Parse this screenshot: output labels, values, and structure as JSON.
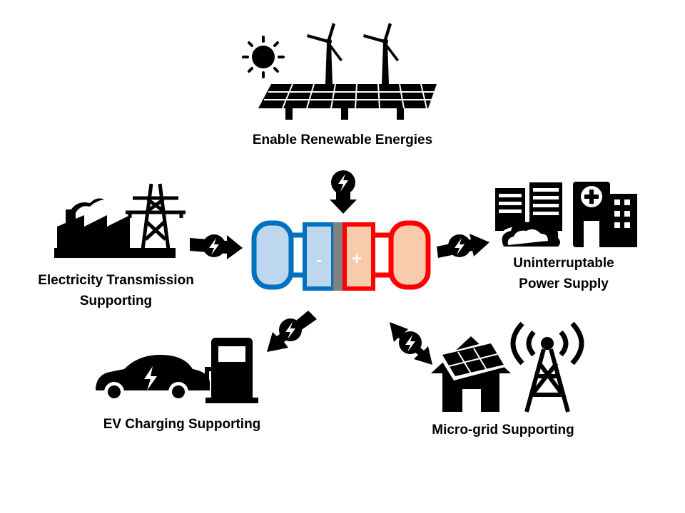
{
  "labels": {
    "renewable": "Enable Renewable Energies",
    "transmission_line1": "Electricity Transmission",
    "transmission_line2": "Supporting",
    "ups_line1": "Uninterruptable",
    "ups_line2": "Power Supply",
    "ev": "EV Charging Supporting",
    "microgrid": "Micro-grid Supporting"
  },
  "battery": {
    "negative_sign": "-",
    "positive_sign": "+"
  },
  "colors": {
    "negative_border": "#0070c0",
    "negative_fill": "#bdd7ee",
    "positive_border": "#ff0000",
    "positive_fill": "#f8cbad",
    "separator": "#808080",
    "icon": "#000000"
  }
}
